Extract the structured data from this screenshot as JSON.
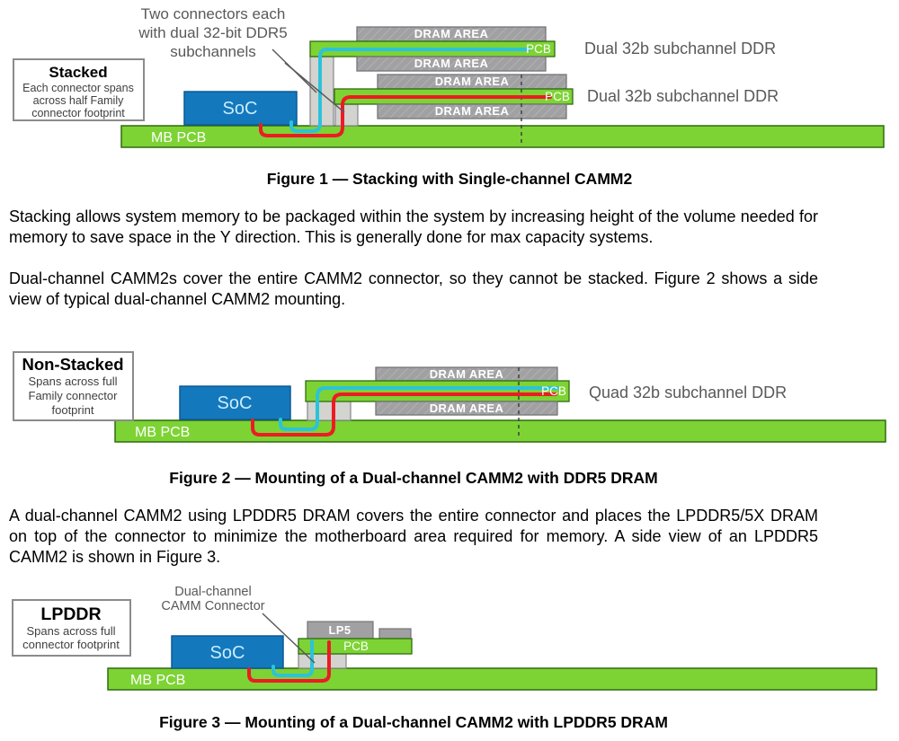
{
  "colors": {
    "pcb_green": "#7dd334",
    "pcb_green_border": "#2f6b0f",
    "dram_gray": "#a1a1a3",
    "dram_hatch": "#b6b6b8",
    "dram_border": "#747577",
    "connector_gray": "#d3d3cf",
    "connector_border": "#87878a",
    "soc_blue": "#1478bd",
    "soc_blue_border": "#0b5a95",
    "soc_text": "#c9edfc",
    "trace_cyan": "#2cc2da",
    "trace_red": "#ec1b24",
    "annotation_gray": "#58595b",
    "dash_gray": "#3f4040",
    "box_border": "#8b8b8b",
    "box_text": "#3f4040",
    "white_text": "#ffffff"
  },
  "figure1": {
    "annotation_lines": [
      "Two connectors each",
      "with dual 32-bit DDR5",
      "subchannels"
    ],
    "label_box": {
      "title": "Stacked",
      "lines": [
        "Each connector spans",
        "across half Family",
        "connector footprint"
      ]
    },
    "soc_label": "SoC",
    "mb_pcb_label": "MB PCB",
    "dram_area_label": "DRAM AREA",
    "pcb_label": "PCB",
    "channel_label_top": "Dual 32b subchannel DDR",
    "channel_label_bottom": "Dual 32b subchannel DDR",
    "caption": "Figure 1 — Stacking with Single-channel CAMM2"
  },
  "paragraphs": {
    "p1": "Stacking allows system memory to be packaged within the system by increasing height of the volume needed for memory to save space in the Y direction.  This is generally done for max capacity systems.",
    "p2": "Dual-channel CAMM2s cover the entire CAMM2 connector, so they cannot be stacked.  Figure 2 shows a side view of typical dual-channel CAMM2 mounting.",
    "p3": "A dual-channel CAMM2 using LPDDR5 DRAM covers the entire connector and places the LPDDR5/5X DRAM on top of the connector to minimize the motherboard area required for memory.  A side view of an LPDDR5 CAMM2 is shown in Figure 3."
  },
  "figure2": {
    "label_box": {
      "title": "Non-Stacked",
      "lines": [
        "Spans across full",
        "Family connector",
        "footprint"
      ]
    },
    "soc_label": "SoC",
    "mb_pcb_label": "MB PCB",
    "dram_area_label": "DRAM AREA",
    "pcb_label": "PCB",
    "channel_label": "Quad 32b subchannel DDR",
    "caption": "Figure 2  — Mounting of a Dual-channel CAMM2 with DDR5 DRAM"
  },
  "figure3": {
    "annotation_lines": [
      "Dual-channel",
      "CAMM Connector"
    ],
    "label_box": {
      "title": "LPDDR",
      "lines": [
        "Spans across full",
        "connector footprint"
      ]
    },
    "soc_label": "SoC",
    "mb_pcb_label": "MB PCB",
    "lp5_label": "LP5",
    "pcb_label": "PCB",
    "caption": "Figure 3 — Mounting of a Dual-channel CAMM2 with LPDDR5 DRAM"
  }
}
